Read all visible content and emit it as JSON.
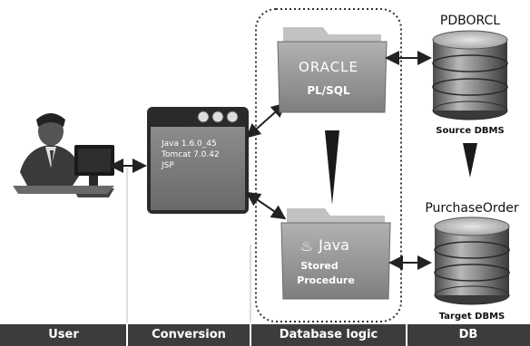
{
  "db": {
    "source_name": "PDBORCL",
    "source_caption": "Source DBMS",
    "target_name": "PurchaseOrder",
    "target_caption": "Target DBMS"
  },
  "oracle_folder": {
    "logo": "ORACLE",
    "label": "PL/SQL"
  },
  "java_folder": {
    "logo_symbol": "♨",
    "logo_text": "Java",
    "label_line1": "Stored",
    "label_line2": "Procedure"
  },
  "conversion_window": {
    "lines": [
      "Java 1.6.0_45",
      "Tomcat 7.0.42",
      "JSP"
    ]
  },
  "footer": {
    "sections": [
      "User",
      "Conversion",
      "Database logic",
      "DB"
    ]
  },
  "colors": {
    "footer_bg": "#3c3c3c",
    "folder_fill": "#9a9a9a",
    "window_body": "#7a7a7a"
  }
}
